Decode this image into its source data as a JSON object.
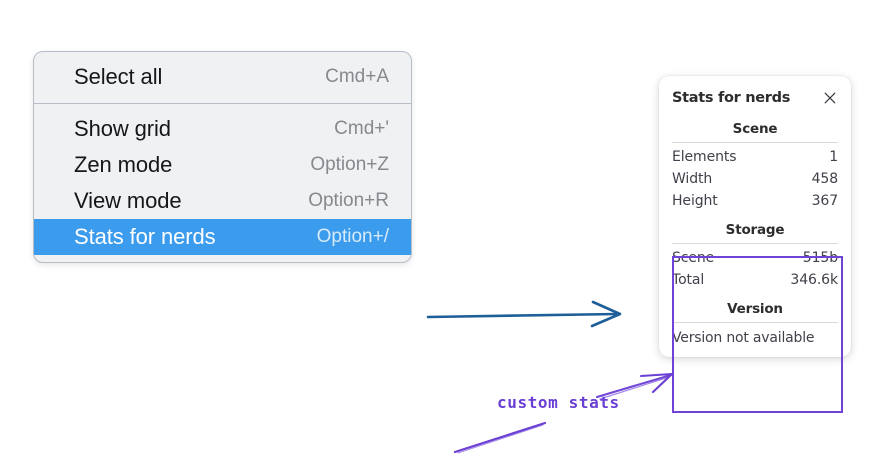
{
  "context_menu": {
    "name": "canvas-context-menu",
    "groups": [
      {
        "items": [
          {
            "label": "Select all",
            "shortcut": "Cmd+A",
            "selected": false
          }
        ]
      },
      {
        "items": [
          {
            "label": "Show grid",
            "shortcut": "Cmd+'",
            "selected": false
          },
          {
            "label": "Zen mode",
            "shortcut": "Option+Z",
            "selected": false
          },
          {
            "label": "View mode",
            "shortcut": "Option+R",
            "selected": false
          },
          {
            "label": "Stats for nerds",
            "shortcut": "Option+/",
            "selected": true
          }
        ]
      }
    ],
    "items_flat": [
      {
        "label": "Select all",
        "shortcut": "Cmd+A"
      },
      {
        "label": "Show grid",
        "shortcut": "Cmd+'"
      },
      {
        "label": "Zen mode",
        "shortcut": "Option+Z"
      },
      {
        "label": "View mode",
        "shortcut": "Option+R"
      },
      {
        "label": "Stats for nerds",
        "shortcut": "Option+/"
      }
    ]
  },
  "stats_panel": {
    "title": "Stats for nerds",
    "close_icon": "close-icon",
    "sections": [
      {
        "heading": "Scene",
        "rows": [
          {
            "key": "Elements",
            "value": "1"
          },
          {
            "key": "Width",
            "value": "458"
          },
          {
            "key": "Height",
            "value": "367"
          }
        ]
      },
      {
        "heading": "Storage",
        "rows": [
          {
            "key": "Scene",
            "value": "515b"
          },
          {
            "key": "Total",
            "value": "346.6k"
          }
        ]
      },
      {
        "heading": "Version",
        "note": "Version not available"
      }
    ]
  },
  "annotations": {
    "label": "custom stats",
    "highlight_color": "#6f43d6",
    "ink_color": "#6a3fd4",
    "flow_arrow_color": "#1f5f99"
  },
  "colors": {
    "menu_background": "#f0f1f3",
    "menu_border": "#b7bec8",
    "selected_row": "#3b9bec",
    "selected_row_text": "#ffffff",
    "shortcut_text": "#86898e",
    "panel_background": "#ffffff",
    "panel_text": "#40414a"
  }
}
